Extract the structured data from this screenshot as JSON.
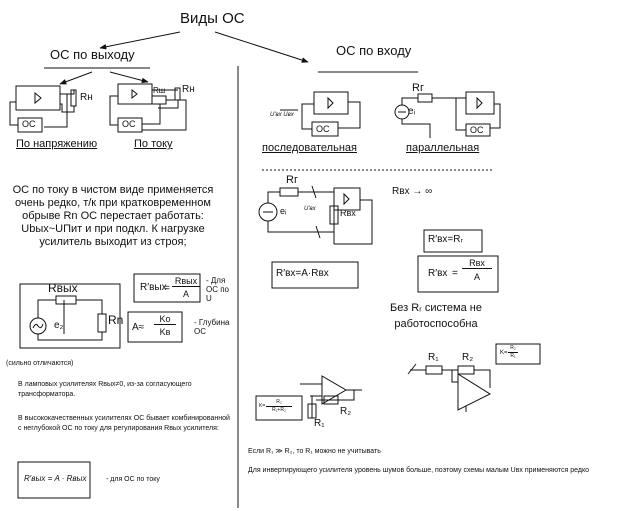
{
  "title": "Виды ОС",
  "output_section": {
    "heading": "ОС по выходу",
    "voltage": {
      "label": "По напряжению",
      "rn": "Rн",
      "oc": "ОС"
    },
    "current": {
      "label": "По току",
      "rn": "Rн",
      "rsh": "Rш",
      "oc": "ОС"
    },
    "description": "ОС по току в чистом виде применяется очень редко, т/к при кратковременном обрыве Rn ОС перестает работать: Ubых~UПит и при подкл. К нагрузке усилитель выходит из строя;",
    "circuit": {
      "rvyh": "Rвых",
      "e2": "e₂",
      "rn": "Rn"
    },
    "formula_rout": {
      "left": "R′вых",
      "eq": "=",
      "num": "Rвых",
      "den": "A"
    },
    "note_u": "- Для ОС по U",
    "formula_a": {
      "left": "A≈",
      "num": "Kо",
      "den": "Kв"
    },
    "note_depth": "- Глубина ОС",
    "circuit_note": "(сильно отличаются)",
    "tube_text": "В ламповых усилителях Rвых≠0, из-за согласующего трансформатора.",
    "hq_text": "В высококачественных усилителях ОС бывает комбинированной с неглубокой ОС по току для регулирования Rвых усилителя:",
    "formula_bottom": "R′вых = A · Rвых",
    "formula_bottom_note": "- для ОС по току"
  },
  "input_section": {
    "heading": "ОС по входу",
    "series": {
      "label": "последовательная",
      "oc": "ОС",
      "uin": "U′вх  Uвх"
    },
    "parallel": {
      "label": "параллельная",
      "rg": "Rг",
      "ei": "eᵢ",
      "oc": "ОС"
    },
    "circuit": {
      "rg": "Rг",
      "ei": "eᵢ",
      "uin": "U′вх",
      "rin": "Rвх"
    },
    "rin_inf": "Rвх → ∞",
    "formula_r1": "R′вх=A·Rвх",
    "formula_r2": "R′вх=Rᵣ",
    "formula_r3": {
      "left": "R′вх",
      "eq": "=",
      "num": "Rвх",
      "den": "A"
    },
    "no_rg": "Без Rᵣ система не работоспособна",
    "inv": {
      "r1": "R₁",
      "r2": "R₂",
      "k_lhs": "K=",
      "k_num": "R₂",
      "k_den": "R₁"
    },
    "noninv": {
      "r1": "R₁",
      "r2": "R₂",
      "k_lhs": "K=",
      "k_num": "R₂",
      "k_den": "R₁+R₂"
    },
    "note_r1": "Если R₁ ≫ R₂, то R₁ можно не учитывать",
    "note_noise": "Для инвертирующего усилителя уровень шумов больше, поэтому схемы малым Uвх применяются редко"
  }
}
